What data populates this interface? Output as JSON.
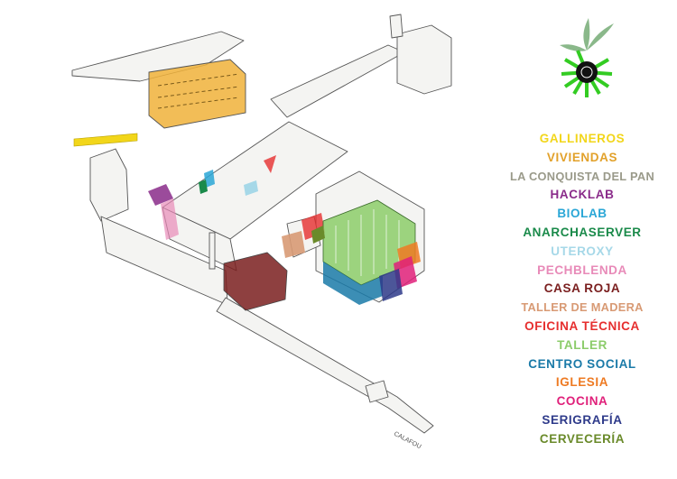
{
  "map": {
    "street_label": "CALAFOU"
  },
  "legend": {
    "items": [
      {
        "label": "GALLINEROS",
        "color": "#f2d61a"
      },
      {
        "label": "VIVIENDAS",
        "color": "#e2a12a"
      },
      {
        "label": "LA CONQUISTA DEL PAN",
        "color": "#9a9a8a"
      },
      {
        "label": "HACKLAB",
        "color": "#8a2b8a"
      },
      {
        "label": "BIOLAB",
        "color": "#29a6d6"
      },
      {
        "label": "ANARCHASERVER",
        "color": "#1a8a4a"
      },
      {
        "label": "UTEROXY",
        "color": "#a6d8e8"
      },
      {
        "label": "PECHBLENDA",
        "color": "#e88ab8"
      },
      {
        "label": "CASA ROJA",
        "color": "#7a1e1e"
      },
      {
        "label": "TALLER DE MADERA",
        "color": "#d89a74"
      },
      {
        "label": "OFICINA TÉCNICA",
        "color": "#e62e2e"
      },
      {
        "label": "TALLER",
        "color": "#8ccc6a"
      },
      {
        "label": "CENTRO SOCIAL",
        "color": "#1a7aa8"
      },
      {
        "label": "IGLESIA",
        "color": "#ee7a22"
      },
      {
        "label": "COCINA",
        "color": "#e0207a"
      },
      {
        "label": "SERIGRAFÍA",
        "color": "#2e3a8a"
      },
      {
        "label": "CERVECERÍA",
        "color": "#6a8a2a"
      }
    ]
  },
  "colors": {
    "line": "#555555",
    "building_fill": "#f4f4f2",
    "logo_green": "#33cc22",
    "logo_leaf": "#8ab88a"
  }
}
